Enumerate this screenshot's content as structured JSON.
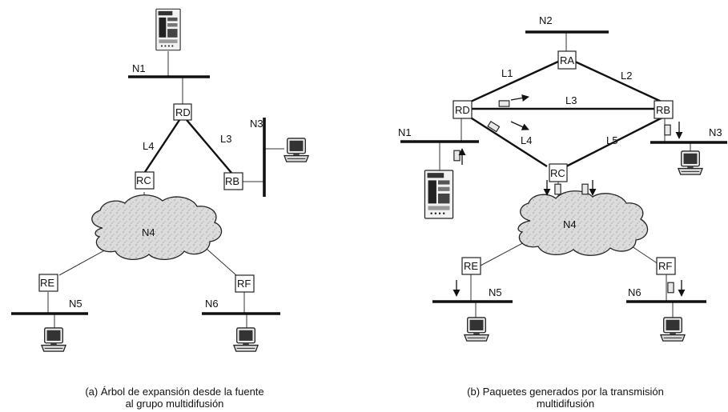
{
  "colors": {
    "ink": "#111111",
    "cloud": "#d9d9d9",
    "cloud_edge": "#222222",
    "packet": "#e8e8e8"
  },
  "panel_a": {
    "networks": {
      "n1": "N1",
      "n3": "N3",
      "n4": "N4",
      "n5": "N5",
      "n6": "N6"
    },
    "routers": {
      "rd": "RD",
      "rc": "RC",
      "rb": "RB",
      "re": "RE",
      "rf": "RF"
    },
    "links": {
      "l4": "L4",
      "l3": "L3"
    },
    "caption_line1": "(a) Árbol de expansión desde la fuente",
    "caption_line2": "al grupo multidifusión",
    "icons": [
      "server-icon",
      "workstation-icon"
    ]
  },
  "panel_b": {
    "networks": {
      "n1": "N1",
      "n2": "N2",
      "n3": "N3",
      "n4": "N4",
      "n5": "N5",
      "n6": "N6"
    },
    "routers": {
      "ra": "RA",
      "rb": "RB",
      "rc": "RC",
      "rd": "RD",
      "re": "RE",
      "rf": "RF"
    },
    "links": {
      "l1": "L1",
      "l2": "L2",
      "l3": "L3",
      "l4": "L4",
      "l5": "L5"
    },
    "caption_line1": "(b) Paquetes generados por la transmisión",
    "caption_line2": "multidifusión",
    "icons": [
      "server-icon",
      "workstation-icon",
      "packet-icon",
      "arrow-icon"
    ]
  }
}
